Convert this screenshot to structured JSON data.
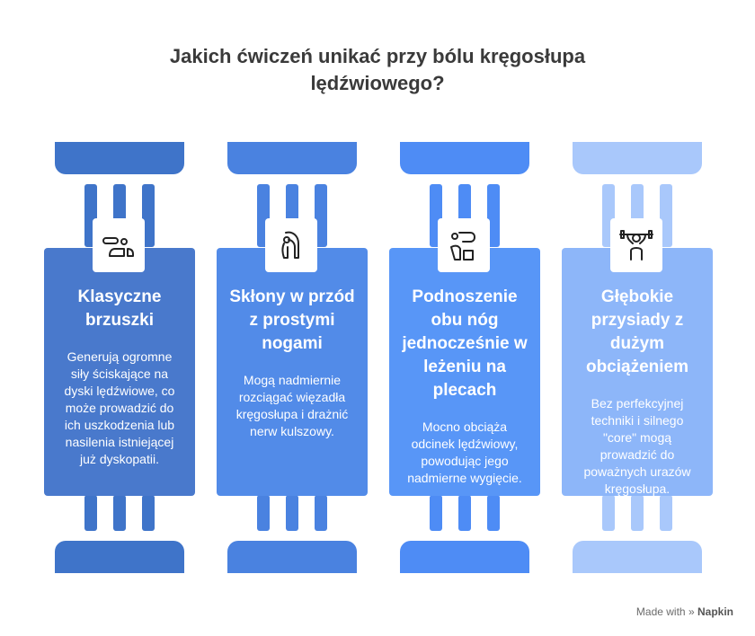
{
  "title_line1": "Jakich ćwiczeń unikać przy bólu kręgosłupa",
  "title_line2": "lędźwiowego?",
  "columns": [
    {
      "heading": [
        "Klasyczne",
        "brzuszki"
      ],
      "description": [
        "Generują ogromne",
        "siły ściskające na",
        "dyski lędźwiowe, co",
        "może prowadzić do",
        "ich uszkodzenia lub",
        "nasilenia istniejącej",
        "już dyskopatii."
      ],
      "icon": "crunch-exercise-icon",
      "color_cap": "#3F74C9",
      "color_bar": "#3F74C9",
      "color_panel": "#4979CC"
    },
    {
      "heading": [
        "Skłony w przód",
        "z prostymi",
        "nogami"
      ],
      "description": [
        "Mogą nadmiernie",
        "rozciągać więzadła",
        "kręgosłupa i drażnić",
        "nerw kulszowy."
      ],
      "icon": "forward-bend-icon",
      "color_cap": "#4A82E0",
      "color_bar": "#4A82E0",
      "color_panel": "#528BE8"
    },
    {
      "heading": [
        "Podnoszenie",
        "obu nóg",
        "jednocześnie w",
        "leżeniu na",
        "plecach"
      ],
      "description": [
        "Mocno obciąża",
        "odcinek lędźwiowy,",
        "powodując jego",
        "nadmierne wygięcie."
      ],
      "icon": "leg-raise-icon",
      "color_cap": "#4E8CF5",
      "color_bar": "#4E8CF5",
      "color_panel": "#5896F7"
    },
    {
      "heading": [
        "Głębokie",
        "przysiady z",
        "dużym",
        "obciążeniem"
      ],
      "description": [
        "Bez perfekcyjnej",
        "techniki i silnego",
        "\"core\" mogą",
        "prowadzić do",
        "poważnych urazów",
        "kręgosłupa."
      ],
      "icon": "weighted-squat-icon",
      "color_cap": "#A9C8FB",
      "color_bar": "#A9C8FB",
      "color_panel": "#8DB6F9"
    }
  ],
  "footer": {
    "made_with": "Made with",
    "brand": "Napkin"
  }
}
